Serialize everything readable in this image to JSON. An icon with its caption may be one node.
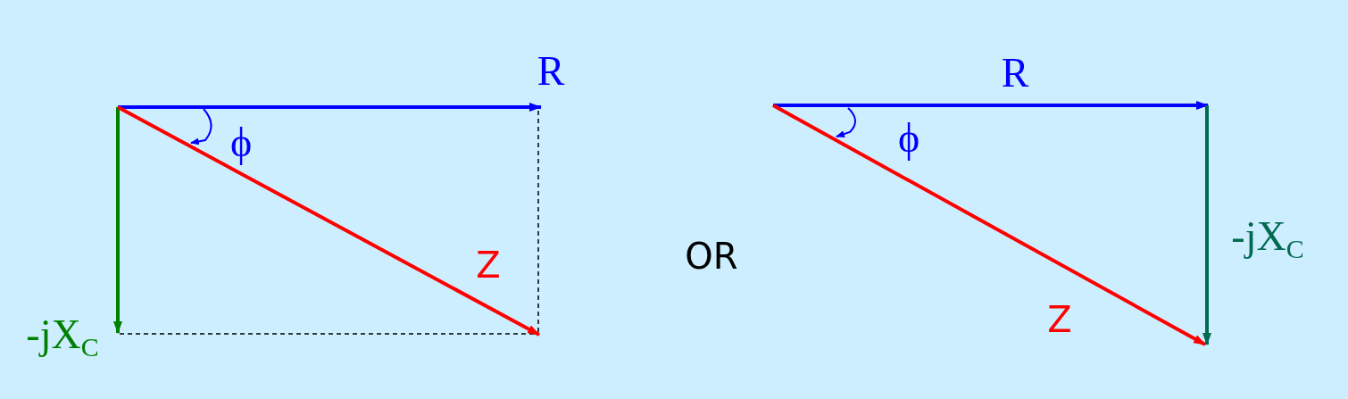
{
  "diagram": {
    "labels": [
      "R",
      "ϕ",
      "Z",
      "-jX$_{C}$",
      "OR",
      "R",
      "ϕ",
      "-jX$_{C}$",
      "Z"
    ]
  }
}
